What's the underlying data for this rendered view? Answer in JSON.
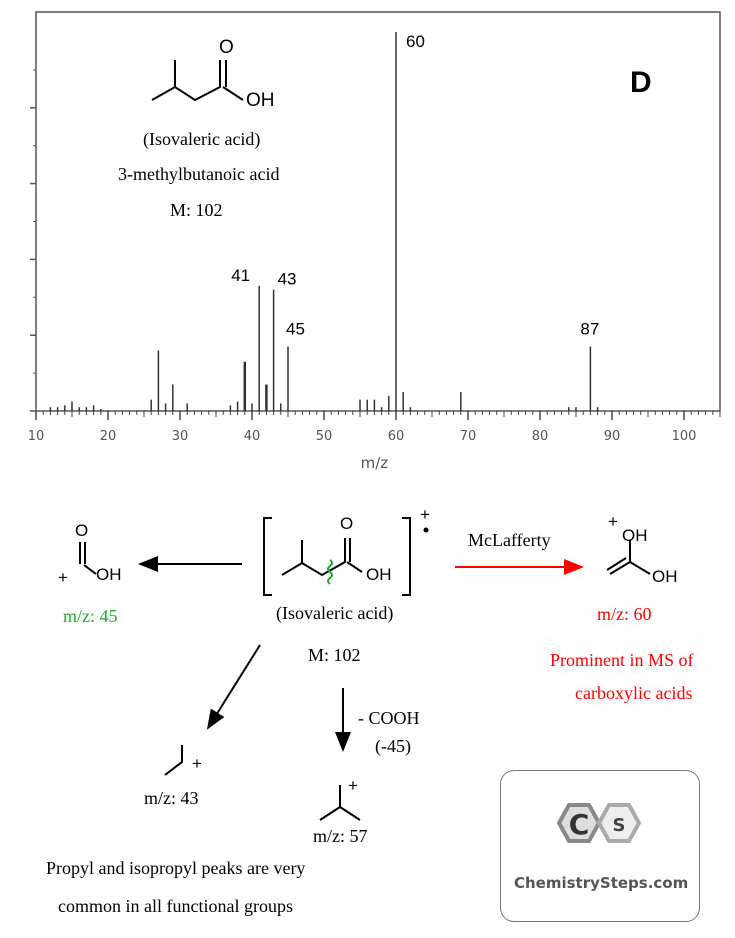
{
  "chart_data": {
    "type": "bar",
    "title": "D",
    "xlabel": "m/z",
    "ylabel": "",
    "xlim": [
      10,
      105
    ],
    "ylim": [
      0,
      100
    ],
    "x_ticks": [
      10,
      20,
      30,
      40,
      50,
      60,
      70,
      80,
      90,
      100
    ],
    "peaks": [
      {
        "x": 12,
        "y": 1
      },
      {
        "x": 13,
        "y": 1
      },
      {
        "x": 14,
        "y": 1.5
      },
      {
        "x": 15,
        "y": 2.5
      },
      {
        "x": 16,
        "y": 1
      },
      {
        "x": 17,
        "y": 1
      },
      {
        "x": 18,
        "y": 1.5
      },
      {
        "x": 19,
        "y": 0.5
      },
      {
        "x": 26,
        "y": 3
      },
      {
        "x": 27,
        "y": 16
      },
      {
        "x": 28,
        "y": 2
      },
      {
        "x": 29,
        "y": 7
      },
      {
        "x": 31,
        "y": 2
      },
      {
        "x": 37,
        "y": 1.5
      },
      {
        "x": 38,
        "y": 2.5
      },
      {
        "x": 39,
        "y": 13
      },
      {
        "x": 40,
        "y": 2
      },
      {
        "x": 41,
        "y": 33
      },
      {
        "x": 42,
        "y": 7
      },
      {
        "x": 43,
        "y": 32
      },
      {
        "x": 44,
        "y": 2
      },
      {
        "x": 45,
        "y": 17
      },
      {
        "x": 55,
        "y": 3
      },
      {
        "x": 56,
        "y": 3
      },
      {
        "x": 57,
        "y": 3
      },
      {
        "x": 58,
        "y": 1
      },
      {
        "x": 59,
        "y": 4
      },
      {
        "x": 60,
        "y": 100
      },
      {
        "x": 61,
        "y": 5
      },
      {
        "x": 62,
        "y": 1
      },
      {
        "x": 69,
        "y": 5
      },
      {
        "x": 84,
        "y": 1
      },
      {
        "x": 85,
        "y": 1
      },
      {
        "x": 87,
        "y": 17
      },
      {
        "x": 88,
        "y": 1
      }
    ],
    "peak_labels": [
      {
        "x": 41,
        "text": "41"
      },
      {
        "x": 43,
        "text": "43"
      },
      {
        "x": 45,
        "text": "45"
      },
      {
        "x": 60,
        "text": "60"
      },
      {
        "x": 87,
        "text": "87"
      }
    ]
  },
  "molecule": {
    "name_common": "(Isovaleric acid)",
    "name_iupac": "3-methylbutanoic acid",
    "mass": "M: 102",
    "oh": "OH",
    "o": "O"
  },
  "scheme": {
    "parent_name": "(Isovaleric acid)",
    "parent_mass": "M: 102",
    "charge": "+",
    "frag45": {
      "label": "m/z: 45",
      "color": "#22aa22"
    },
    "frag60": {
      "label": "m/z: 60",
      "color": "#ff0000",
      "note1": "Prominent in MS of",
      "note2": "carboxylic acids"
    },
    "mclafferty": "McLafferty",
    "cooh_loss": "- COOH",
    "cooh_mass": "(-45)",
    "frag43": "m/z: 43",
    "frag57": "m/z: 57",
    "footnote1": "Propyl and isopropyl peaks are very",
    "footnote2": "common in all functional groups"
  },
  "logo": {
    "text": "ChemistrySteps.com",
    "c": "C",
    "s": "S"
  }
}
